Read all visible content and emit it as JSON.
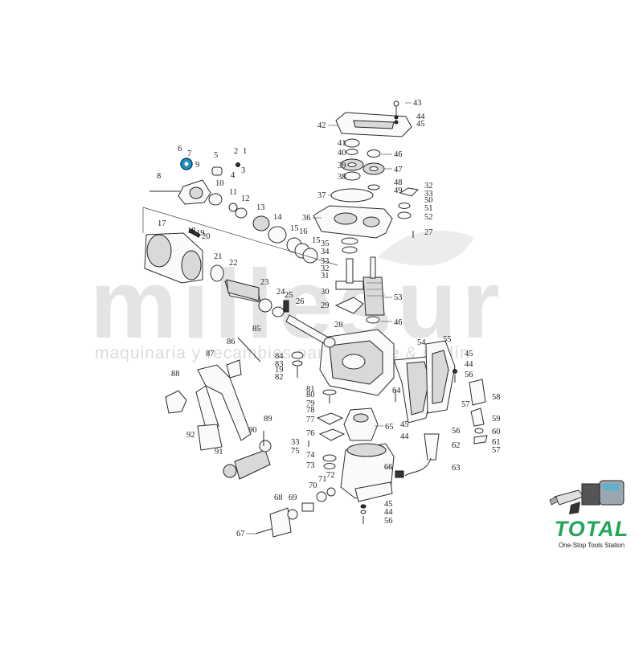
{
  "watermark": {
    "main": "millesur",
    "sub": "maquinaria y recambios para bosque & jardín"
  },
  "brand": {
    "logo": "TOTAL",
    "tagline": "One-Stop Tools Station",
    "logo_color": "#21a65a"
  },
  "highlight_color": "#1f8fbf",
  "callouts": [
    {
      "id": "c43",
      "label": "43"
    },
    {
      "id": "c44a",
      "label": "44"
    },
    {
      "id": "c45a",
      "label": "45"
    },
    {
      "id": "c42",
      "label": "42"
    },
    {
      "id": "c41",
      "label": "41"
    },
    {
      "id": "c40",
      "label": "40"
    },
    {
      "id": "c39",
      "label": "39"
    },
    {
      "id": "c38",
      "label": "38"
    },
    {
      "id": "c37",
      "label": "37"
    },
    {
      "id": "c36",
      "label": "36"
    },
    {
      "id": "c46a",
      "label": "46"
    },
    {
      "id": "c47",
      "label": "47"
    },
    {
      "id": "c48",
      "label": "48"
    },
    {
      "id": "c49",
      "label": "49"
    },
    {
      "id": "c32a",
      "label": "32"
    },
    {
      "id": "c33a",
      "label": "33"
    },
    {
      "id": "c50",
      "label": "50"
    },
    {
      "id": "c51",
      "label": "51"
    },
    {
      "id": "c52",
      "label": "52"
    },
    {
      "id": "c27",
      "label": "27"
    },
    {
      "id": "c35",
      "label": "35"
    },
    {
      "id": "c34",
      "label": "34"
    },
    {
      "id": "c33b",
      "label": "33"
    },
    {
      "id": "c32b",
      "label": "32"
    },
    {
      "id": "c31",
      "label": "31"
    },
    {
      "id": "c30",
      "label": "30"
    },
    {
      "id": "c53",
      "label": "53"
    },
    {
      "id": "c29",
      "label": "29"
    },
    {
      "id": "c46b",
      "label": "46"
    },
    {
      "id": "c28",
      "label": "28"
    },
    {
      "id": "c6",
      "label": "6"
    },
    {
      "id": "c7",
      "label": "7"
    },
    {
      "id": "c9",
      "label": "9"
    },
    {
      "id": "c5",
      "label": "5"
    },
    {
      "id": "c2",
      "label": "2"
    },
    {
      "id": "c1",
      "label": "1"
    },
    {
      "id": "c4",
      "label": "4"
    },
    {
      "id": "c3",
      "label": "3"
    },
    {
      "id": "c8",
      "label": "8"
    },
    {
      "id": "c10",
      "label": "10"
    },
    {
      "id": "c11",
      "label": "11"
    },
    {
      "id": "c12",
      "label": "12"
    },
    {
      "id": "c13",
      "label": "13"
    },
    {
      "id": "c14",
      "label": "14"
    },
    {
      "id": "c15a",
      "label": "15"
    },
    {
      "id": "c16",
      "label": "16"
    },
    {
      "id": "c15b",
      "label": "15"
    },
    {
      "id": "c17",
      "label": "17"
    },
    {
      "id": "c18",
      "label": "18"
    },
    {
      "id": "c19",
      "label": "19"
    },
    {
      "id": "c20",
      "label": "20"
    },
    {
      "id": "c21",
      "label": "21"
    },
    {
      "id": "c22",
      "label": "22"
    },
    {
      "id": "c23",
      "label": "23"
    },
    {
      "id": "c24",
      "label": "24"
    },
    {
      "id": "c25",
      "label": "25"
    },
    {
      "id": "c26",
      "label": "26"
    },
    {
      "id": "c85",
      "label": "85"
    },
    {
      "id": "c86",
      "label": "86"
    },
    {
      "id": "c87",
      "label": "87"
    },
    {
      "id": "c84",
      "label": "84"
    },
    {
      "id": "c83",
      "label": "83"
    },
    {
      "id": "c19b",
      "label": "19"
    },
    {
      "id": "c82",
      "label": "82"
    },
    {
      "id": "c88",
      "label": "88"
    },
    {
      "id": "c81",
      "label": "81"
    },
    {
      "id": "c80",
      "label": "80"
    },
    {
      "id": "c79",
      "label": "79"
    },
    {
      "id": "c78",
      "label": "78"
    },
    {
      "id": "c77",
      "label": "77"
    },
    {
      "id": "c76",
      "label": "76"
    },
    {
      "id": "c33c",
      "label": "33"
    },
    {
      "id": "c75",
      "label": "75"
    },
    {
      "id": "c74",
      "label": "74"
    },
    {
      "id": "c73",
      "label": "73"
    },
    {
      "id": "c72",
      "label": "72"
    },
    {
      "id": "c71",
      "label": "71"
    },
    {
      "id": "c70",
      "label": "70"
    },
    {
      "id": "c69",
      "label": "69"
    },
    {
      "id": "c68",
      "label": "68"
    },
    {
      "id": "c67",
      "label": "67"
    },
    {
      "id": "c89",
      "label": "89"
    },
    {
      "id": "c90",
      "label": "90"
    },
    {
      "id": "c91",
      "label": "91"
    },
    {
      "id": "c92",
      "label": "92"
    },
    {
      "id": "c54",
      "label": "54"
    },
    {
      "id": "c55",
      "label": "55"
    },
    {
      "id": "c45b",
      "label": "45"
    },
    {
      "id": "c44b",
      "label": "44"
    },
    {
      "id": "c56a",
      "label": "56"
    },
    {
      "id": "c64",
      "label": "64"
    },
    {
      "id": "c57a",
      "label": "57"
    },
    {
      "id": "c58",
      "label": "58"
    },
    {
      "id": "c59",
      "label": "59"
    },
    {
      "id": "c65",
      "label": "65"
    },
    {
      "id": "c45c",
      "label": "45"
    },
    {
      "id": "c44c",
      "label": "44"
    },
    {
      "id": "c56b",
      "label": "56"
    },
    {
      "id": "c60",
      "label": "60"
    },
    {
      "id": "c61",
      "label": "61"
    },
    {
      "id": "c57b",
      "label": "57"
    },
    {
      "id": "c62",
      "label": "62"
    },
    {
      "id": "c63",
      "label": "63"
    },
    {
      "id": "c66",
      "label": "66"
    },
    {
      "id": "c45d",
      "label": "45"
    },
    {
      "id": "c44d",
      "label": "44"
    },
    {
      "id": "c56c",
      "label": "56"
    }
  ]
}
